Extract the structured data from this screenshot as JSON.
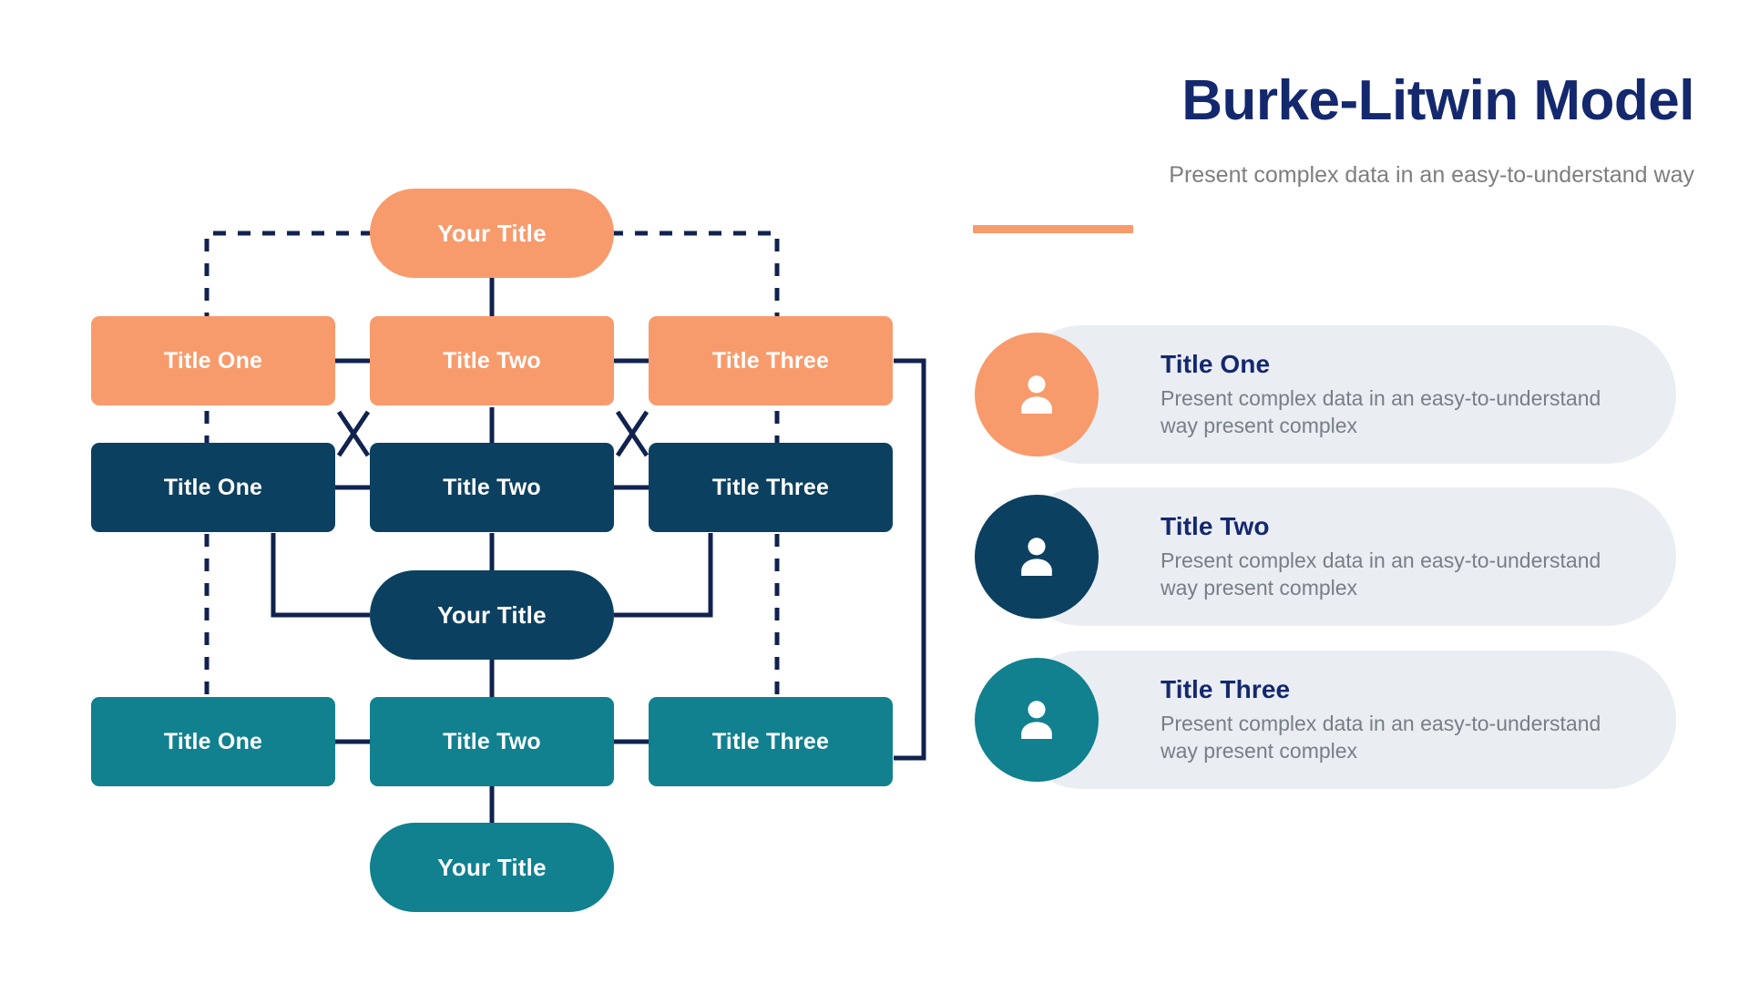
{
  "header": {
    "title": "Burke-Litwin Model",
    "subtitle": "Present complex data in an easy-to-understand way",
    "accent_color": "#F89B6C",
    "title_color": "#14286E"
  },
  "palette": {
    "orange": "#F89B6C",
    "navy": "#0C4060",
    "teal": "#11808F",
    "connector": "#11224F",
    "card_background": "#EAEEF3",
    "body_text": "#787E85"
  },
  "diagram": {
    "type": "hierarchy-flow",
    "top_node": {
      "label": "Your Title",
      "color": "#F89B6C",
      "shape": "pill"
    },
    "row_orange": [
      {
        "label": "Title One",
        "color": "#F89B6C",
        "shape": "box"
      },
      {
        "label": "Title Two",
        "color": "#F89B6C",
        "shape": "box"
      },
      {
        "label": "Title Three",
        "color": "#F89B6C",
        "shape": "box"
      }
    ],
    "row_navy": [
      {
        "label": "Title One",
        "color": "#0C4060",
        "shape": "box"
      },
      {
        "label": "Title Two",
        "color": "#0C4060",
        "shape": "box"
      },
      {
        "label": "Title Three",
        "color": "#0C4060",
        "shape": "box"
      }
    ],
    "middle_node": {
      "label": "Your Title",
      "color": "#0C4060",
      "shape": "pill"
    },
    "row_teal": [
      {
        "label": "Title One",
        "color": "#11808F",
        "shape": "box"
      },
      {
        "label": "Title Two",
        "color": "#11808F",
        "shape": "box"
      },
      {
        "label": "Title Three",
        "color": "#11808F",
        "shape": "box"
      }
    ],
    "bottom_node": {
      "label": "Your Title",
      "color": "#11808F",
      "shape": "pill"
    }
  },
  "cards": [
    {
      "title": "Title One",
      "body": "Present complex data in an easy-to-understand way present complex",
      "icon": "person-icon",
      "accent": "#F89B6C"
    },
    {
      "title": "Title Two",
      "body": "Present complex data in an easy-to-understand way present complex",
      "icon": "person-icon",
      "accent": "#0C4060"
    },
    {
      "title": "Title Three",
      "body": "Present complex data in an easy-to-understand way present complex",
      "icon": "person-icon",
      "accent": "#11808F"
    }
  ]
}
